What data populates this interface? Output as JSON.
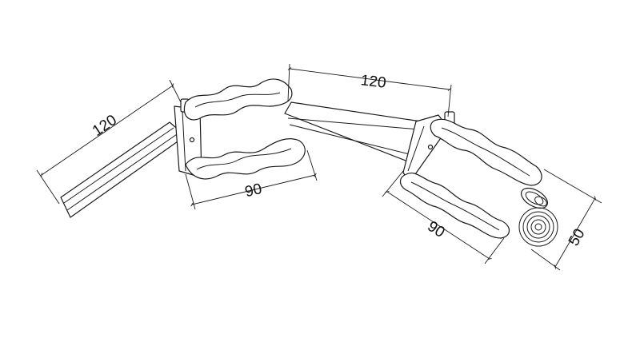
{
  "dimensions": {
    "left_arm_length": "120",
    "left_frame_width": "90",
    "right_arm_length": "120",
    "right_frame_width": "90",
    "spring_width": "50"
  }
}
